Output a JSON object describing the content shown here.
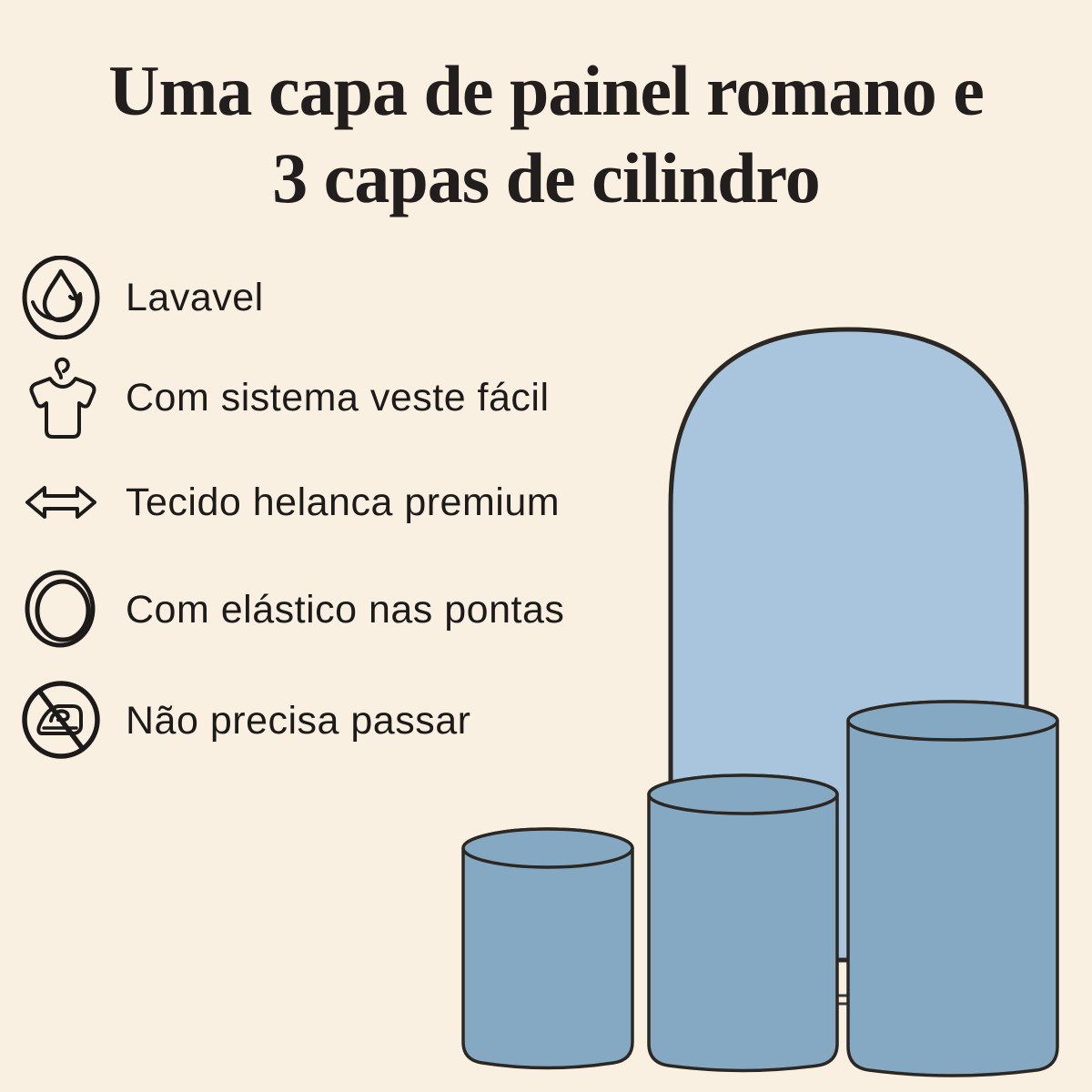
{
  "title": {
    "line1": "Uma capa de painel romano e",
    "line2": "3 capas de cilindro"
  },
  "features": {
    "items": [
      {
        "icon": "water-drop-icon",
        "label": "Lavavel"
      },
      {
        "icon": "tshirt-hanger-icon",
        "label": "Com sistema veste fácil"
      },
      {
        "icon": "double-arrow-icon",
        "label": "Tecido helanca premium"
      },
      {
        "icon": "double-circle-icon",
        "label": "Com elástico nas pontas"
      },
      {
        "icon": "no-iron-icon",
        "label": "Não precisa passar"
      }
    ]
  },
  "illustration": {
    "description": "one roman arch panel cover and three cylinder covers",
    "pieces_count": 4
  },
  "colors": {
    "bg": "#FAF0E2",
    "title": "#221E1D",
    "text": "#1D1B1A",
    "icon": "#1D1B1A",
    "arch": "#A9C5DE",
    "cylinder": "#85A8C3",
    "outline": "#2B2824",
    "stand": "#3A3A3A"
  }
}
